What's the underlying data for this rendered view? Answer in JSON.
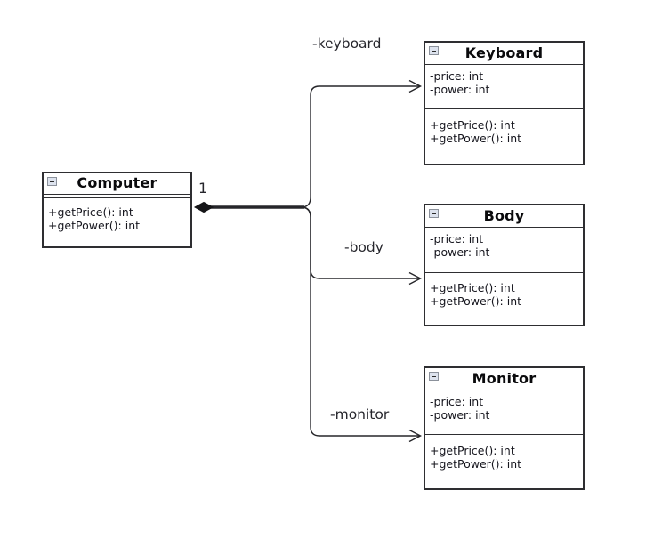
{
  "diagram_type": "uml-class-diagram",
  "canvas": {
    "background": "#ffffff",
    "line_color": "#26262a"
  },
  "classes": [
    {
      "id": "computer",
      "title": "Computer",
      "attributes": [],
      "methods": [
        "+getPrice(): int",
        "+getPower(): int"
      ]
    },
    {
      "id": "keyboard",
      "title": "Keyboard",
      "attributes": [
        "-price: int",
        "-power: int"
      ],
      "methods": [
        "+getPrice(): int",
        "+getPower(): int"
      ]
    },
    {
      "id": "body",
      "title": "Body",
      "attributes": [
        "-price: int",
        "-power: int"
      ],
      "methods": [
        "+getPrice(): int",
        "+getPower(): int"
      ]
    },
    {
      "id": "monitor",
      "title": "Monitor",
      "attributes": [
        "-price: int",
        "-power: int"
      ],
      "methods": [
        "+getPrice(): int",
        "+getPower(): int"
      ]
    }
  ],
  "relations": {
    "multiplicity": "1",
    "edges": [
      {
        "type": "composition",
        "from": "Computer",
        "to": "Keyboard",
        "label": "-keyboard",
        "arrow": "open"
      },
      {
        "type": "composition",
        "from": "Computer",
        "to": "Body",
        "label": "-body",
        "arrow": "open"
      },
      {
        "type": "composition",
        "from": "Computer",
        "to": "Monitor",
        "label": "-monitor",
        "arrow": "open"
      }
    ]
  }
}
